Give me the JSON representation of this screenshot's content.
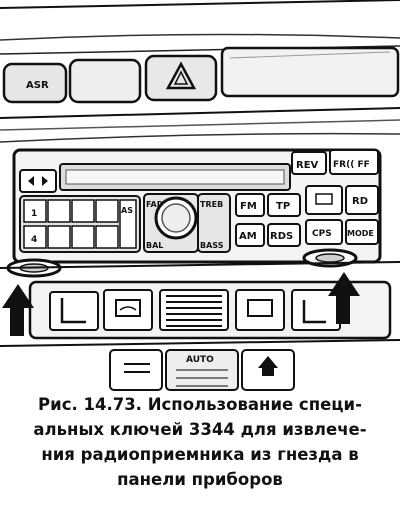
{
  "figure": {
    "labels": {
      "asr": "ASR",
      "rev": "REV",
      "fr_ff": "FR(( FF",
      "fad": "FAD",
      "bal": "BAL",
      "treb": "TREB",
      "bass": "BASS",
      "as": "AS",
      "fm": "FM",
      "am": "AM",
      "tp": "TP",
      "rds": "RDS",
      "cps": "CPS",
      "rd": "RD",
      "mode": "MODE",
      "auto": "AUTO",
      "preset_1": "1",
      "preset_4": "4"
    },
    "icons": [
      "hazard-triangle-icon",
      "defrost-icon",
      "seat-heat-icon",
      "fan-icon",
      "removal-arrow-icon"
    ]
  },
  "caption": {
    "line1": "Рис. 14.73. Использование специ-",
    "line2": "альных ключей 3344 для извлече-",
    "line3": "ния радиоприемника из гнезда в",
    "line4": "панели приборов"
  }
}
